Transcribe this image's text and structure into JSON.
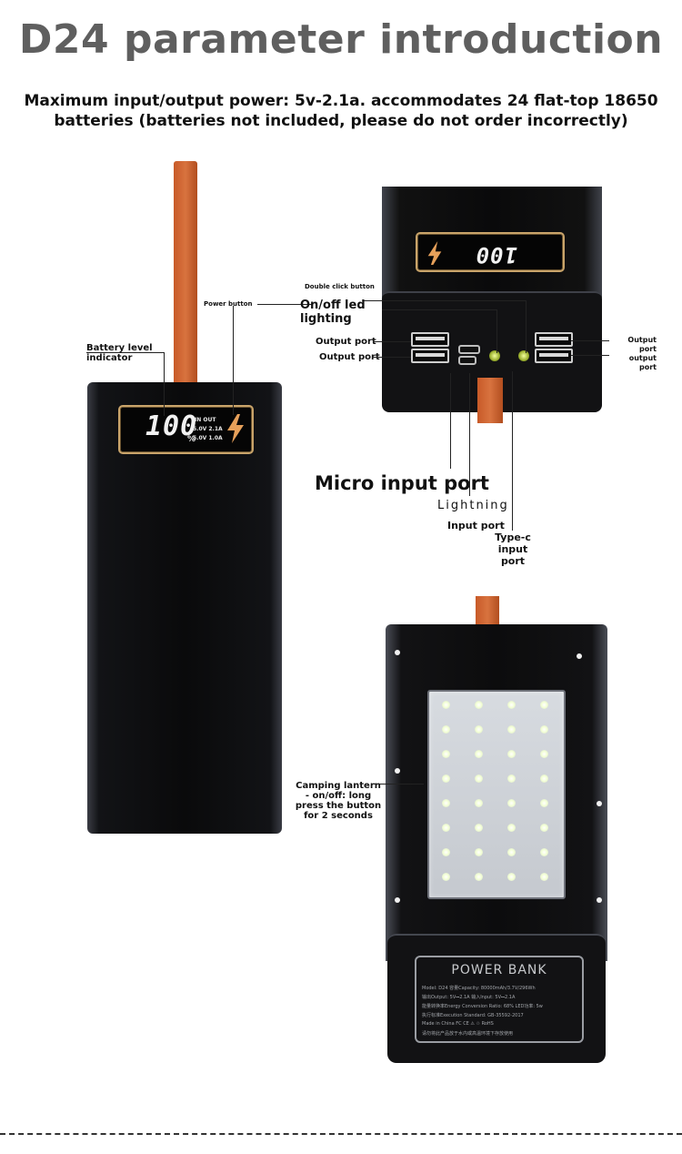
{
  "title": "D24 parameter introduction",
  "subtitle": "Maximum input/output power: 5v-2.1a. accommodates 24 flat-top 18650 batteries (batteries not included, please do not order incorrectly)",
  "front_display": {
    "percent": "100",
    "percent_sign": "%",
    "in_out": "IN  OUT",
    "line1": "5.0V 2.1A",
    "line2": "5.0V 1.0A"
  },
  "callouts": {
    "battery_level": "Battery level indicator",
    "power_button": "Power button",
    "double_click": "Double click button",
    "onoff_led": "On/off led lighting",
    "output_port_1": "Output port",
    "output_port_2": "Output port",
    "output_port_right": "Output port output port",
    "micro_input": "Micro input port",
    "lightning": "Lightning",
    "input_port": "Input port",
    "typec_input": "Type-c input port",
    "camping_lantern": "Camping lantern - on/off: long press the button for 2 seconds"
  },
  "label_plate": {
    "title": "POWER BANK",
    "lines": [
      "Model: D24  容量Capacity: 80000mAh/3.7V/296Wh",
      "输出Output: 5V⎓2.1A          输入Input: 5V⎓2.1A",
      "能量转换率Energy Conversion Ratio: 68%    LED功率: 5w",
      "执行标准Execution Standard: GB-35592-2017",
      "Made in China  FC  CE  ⚠  ♲  RoHS",
      "请勿将此产品放于水内或高温环境下存放使用"
    ]
  },
  "colors": {
    "strap": "#d06a35",
    "accent_border": "#c9a46a",
    "title_gray": "#5f5f5f"
  }
}
